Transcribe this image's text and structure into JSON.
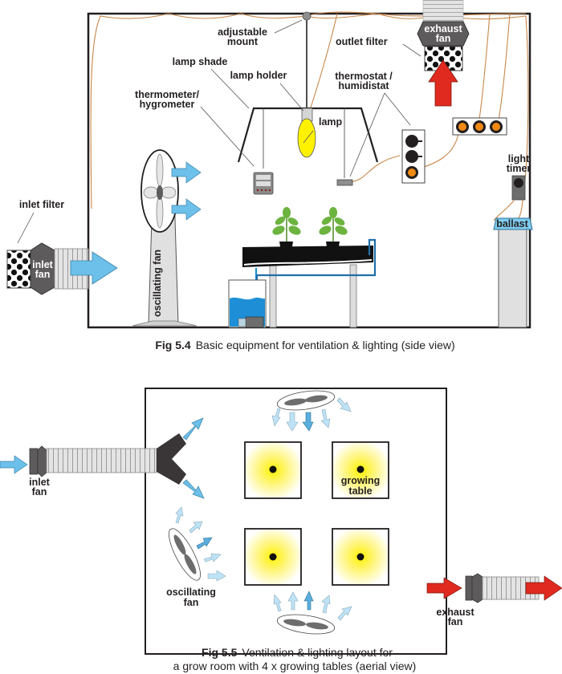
{
  "colors": {
    "outline": "#231f20",
    "air_blue": "#6cc0ea",
    "air_blue_light": "#bfe3f6",
    "exhaust_red": "#e02a1f",
    "wire_orange": "#c8874a",
    "knob_orange": "#f08a12",
    "fan_dark": "#5e5b5c",
    "duct_gray": "#d9d9d9",
    "lamp_yellow": "#ffef00",
    "water_blue": "#1e8fd6",
    "leaf_green": "#6cb33f",
    "ballast_blue": "#7fcdf0"
  },
  "fig54": {
    "caption_num": "Fig 5.4",
    "caption_text": "Basic equipment for ventilation & lighting (side view)",
    "labels": {
      "adjustable_mount_1": "adjustable",
      "adjustable_mount_2": "mount",
      "lamp_shade": "lamp shade",
      "lamp_holder": "lamp holder",
      "thermometer_1": "thermometer/",
      "thermometer_2": "hygrometer",
      "lamp": "lamp",
      "thermostat_1": "thermostat /",
      "thermostat_2": "humidistat",
      "outlet_filter": "outlet filter",
      "exhaust_fan_1": "exhaust",
      "exhaust_fan_2": "fan",
      "light_timer_1": "light",
      "light_timer_2": "timer",
      "ballast": "ballast",
      "inlet_filter": "inlet filter",
      "inlet_fan_1": "inlet",
      "inlet_fan_2": "fan",
      "oscillating_fan": "oscillating fan"
    }
  },
  "fig55": {
    "caption_num": "Fig 5.5",
    "caption_text_1": "Ventilation & lighting layout for",
    "caption_text_2": "a grow room with 4 x growing tables (aerial view)",
    "labels": {
      "inlet_fan_1": "inlet",
      "inlet_fan_2": "fan",
      "growing_table_1": "growing",
      "growing_table_2": "table",
      "oscillating_fan_1": "oscillating",
      "oscillating_fan_2": "fan",
      "exhaust_fan_1": "exhaust",
      "exhaust_fan_2": "fan"
    },
    "growing_table_count": 4
  }
}
